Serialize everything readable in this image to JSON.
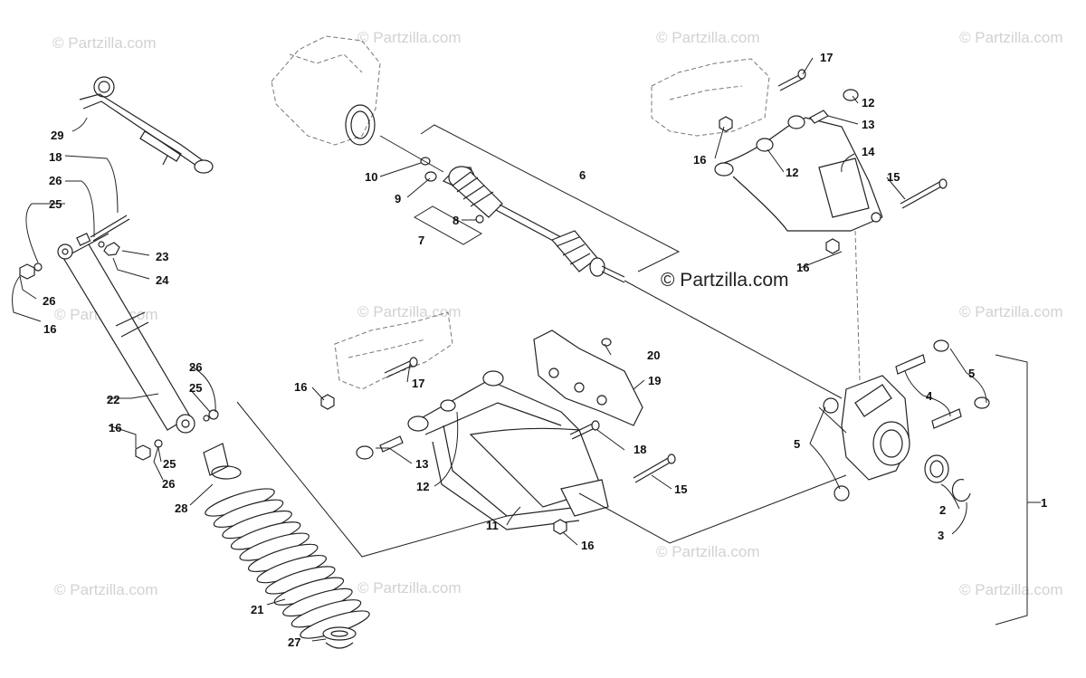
{
  "watermark": {
    "text": "© Partzilla.com",
    "center_text": "© Partzilla.com"
  },
  "callouts": {
    "c1": "1",
    "c2": "2",
    "c3": "3",
    "c4": "4",
    "c5a": "5",
    "c5b": "5",
    "c6": "6",
    "c7": "7",
    "c8": "8",
    "c9": "9",
    "c10": "10",
    "c11": "11",
    "c12a": "12",
    "c12b": "12",
    "c12c": "12",
    "c13a": "13",
    "c13b": "13",
    "c14": "14",
    "c15a": "15",
    "c15b": "15",
    "c16a": "16",
    "c16b": "16",
    "c16c": "16",
    "c16d": "16",
    "c16e": "16",
    "c16f": "16",
    "c17a": "17",
    "c17b": "17",
    "c18a": "18",
    "c18b": "18",
    "c19": "19",
    "c20": "20",
    "c21": "21",
    "c22": "22",
    "c23": "23",
    "c24": "24",
    "c25a": "25",
    "c25b": "25",
    "c25c": "25",
    "c26a": "26",
    "c26b": "26",
    "c26c": "26",
    "c26d": "26",
    "c27": "27",
    "c28": "28",
    "c29": "29"
  }
}
